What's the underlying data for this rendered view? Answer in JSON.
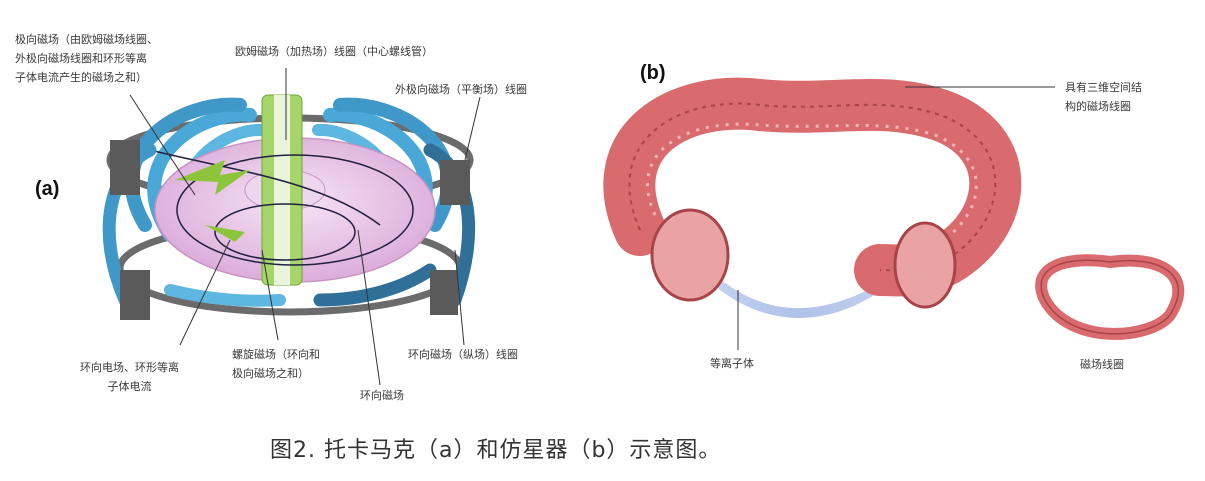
{
  "panels": {
    "a": "(a)",
    "b": "(b)"
  },
  "labels_a": {
    "poloidal": [
      "极向磁场（由欧姆磁场线圈、",
      "外极向磁场线圈和环形等离",
      "子体电流产生的磁场之和）"
    ],
    "ohmic": "欧姆磁场（加热场）线圈（中心螺线管）",
    "outer_poloidal": "外极向磁场（平衡场）线圈",
    "toroidal_current": [
      "环向电场、环形等离",
      "子体电流"
    ],
    "helical": [
      "螺旋磁场（环向和",
      "极向磁场之和）"
    ],
    "toroidal_field": "环向磁场",
    "toroidal_coil": "环向磁场（纵场）线圈"
  },
  "labels_b": {
    "coils_3d": [
      "具有三维空间结",
      "构的磁场线圈"
    ],
    "plasma": "等离子体",
    "coil": "磁场线圈"
  },
  "caption": "图2. 托卡马克（a）和仿星器（b）示意图。",
  "colors": {
    "tf_coil": "#4aa8d8",
    "tf_coil_dark": "#2f6f98",
    "plasma": "#e6bde6",
    "stellarator": "#d96a6e",
    "stellarator_dark": "#a84448",
    "green": "#8cc43c",
    "stell_plasma": "#9fb6e6"
  }
}
